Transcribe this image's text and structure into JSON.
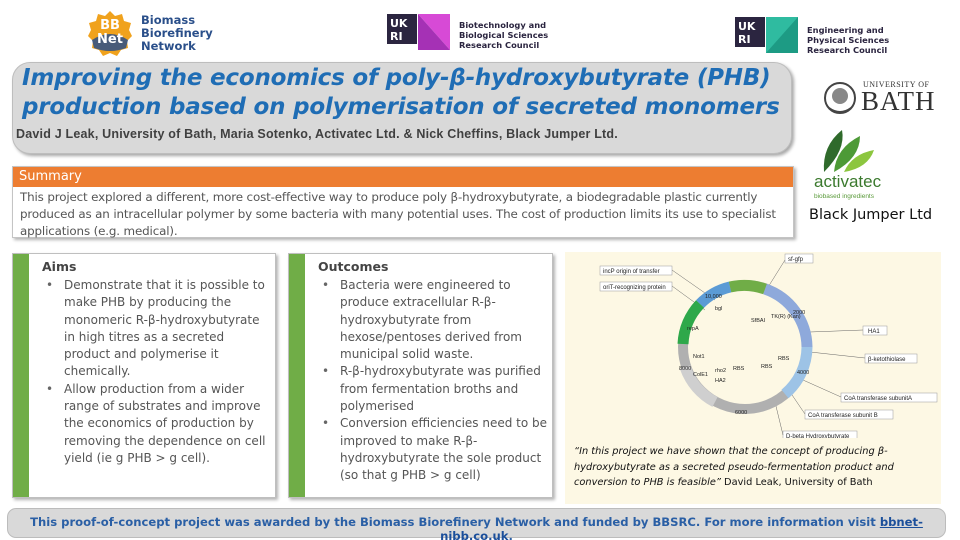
{
  "header": {
    "bbnet_badge": "BB Net",
    "bbnet_name": [
      "Biomass",
      "Biorefinery",
      "Network"
    ],
    "ukri_mark": "UK RI",
    "bbsrc_name": [
      "Biotechnology and",
      "Biological Sciences",
      "Research Council"
    ],
    "epsrc_name": [
      "Engineering and",
      "Physical Sciences",
      "Research Council"
    ]
  },
  "title": "Improving the economics of poly-β-hydroxybutyrate (PHB) production based on polymerisation of secreted monomers",
  "authors": "David J Leak, University of Bath, Maria Sotenko, Activatec Ltd. & Nick Cheffins, Black Jumper Ltd.",
  "partners": {
    "bath_small": "UNIVERSITY OF",
    "bath_word": "BATH",
    "activatec": "activatec",
    "activatec_tag": "biobased ingredients",
    "blackjumper": "Black Jumper Ltd"
  },
  "summary": {
    "heading": "Summary",
    "text": "This project explored a different, more cost-effective way to produce poly β-hydroxybutyrate, a biodegradable plastic currently produced as an intracellular polymer by some bacteria with many potential uses. The cost of production limits its use to specialist applications (e.g. medical)."
  },
  "aims": {
    "heading": "Aims",
    "items": [
      "Demonstrate that it is possible to make PHB by producing the monomeric R-β-hydroxybutyrate in high titres as a secreted product and polymerise it chemically.",
      "Allow production from a wider range of substrates and improve the economics of production by removing the dependence on cell yield (ie g PHB > g cell)."
    ]
  },
  "outcomes": {
    "heading": "Outcomes",
    "items": [
      "Bacteria were engineered to produce extracellular R-β-hydroxybutyrate  from hexose/pentoses derived from municipal solid waste.",
      "R-β-hydroxybutyrate was purified from fermentation broths and polymerised",
      "Conversion efficiencies need to be improved to make R-β-hydroxybutyrate the sole product (so that g PHB > g cell)"
    ]
  },
  "plasmid": {
    "labels": {
      "incp": "incP origin of transfer",
      "orit": "oriT-recognizing protein",
      "sfgfp": "sf-gfp",
      "ha1": "HA1",
      "ketothiolase": "β-ketothiolase",
      "coa_a": "CoA transferase subunitA",
      "coa_b": "CoA transferase subunit B",
      "dbeta": "D-beta Hydroxybutyrate"
    },
    "ring": {
      "p10000": "10,000",
      "p2000": "2000",
      "p4000": "4000",
      "p6000": "6000",
      "p8000": "8000",
      "tk": "TK(R) (Kan)",
      "sfbai": "SfBAI",
      "rbs1": "RBS",
      "rbs2": "RBS",
      "rbs3": "RBS",
      "not1": "Not1",
      "cole1": "ColE1",
      "rho2": "rho2",
      "ha2": "HA2",
      "repa": "repA",
      "bgl": "bgl"
    }
  },
  "quote": {
    "text": "“In this project we have shown that the concept of producing β-hydroxybutyrate as a secreted pseudo-fermentation product and conversion to PHB is feasible”",
    "attribution": "  David Leak, University of Bath"
  },
  "footer": {
    "text": "This proof-of-concept project was awarded by the Biomass Biorefinery Network and funded by BBSRC. For more information visit ",
    "link": "bbnet-nibb.co.uk",
    "end": "."
  },
  "colors": {
    "title_blue": "#1f6db5",
    "summary_orange": "#ed7d31",
    "bar_green": "#70ad47",
    "footer_blue": "#2a5fa5"
  }
}
